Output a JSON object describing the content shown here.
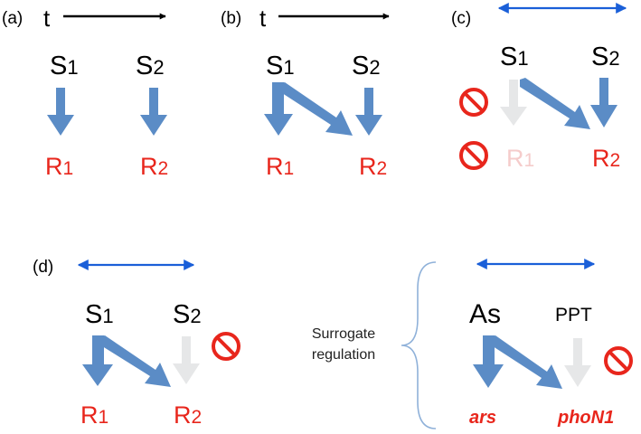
{
  "panels": {
    "a": {
      "label": "(a)",
      "time": "t",
      "s1": "S",
      "s1_sub": "1",
      "s2": "S",
      "s2_sub": "2",
      "r1": "R",
      "r1_sub": "1",
      "r2": "R",
      "r2_sub": "2"
    },
    "b": {
      "label": "(b)",
      "time": "t",
      "s1": "S",
      "s1_sub": "1",
      "s2": "S",
      "s2_sub": "2",
      "r1": "R",
      "r1_sub": "1",
      "r2": "R",
      "r2_sub": "2"
    },
    "c": {
      "label": "(c)",
      "s1": "S",
      "s1_sub": "1",
      "s2": "S",
      "s2_sub": "2",
      "r1": "R",
      "r1_sub": "1",
      "r2": "R",
      "r2_sub": "2"
    },
    "d": {
      "label": "(d)",
      "s1": "S",
      "s1_sub": "1",
      "s2": "S",
      "s2_sub": "2",
      "r1": "R",
      "r1_sub": "1",
      "r2": "R",
      "r2_sub": "2"
    }
  },
  "surrogate": {
    "line1": "Surrogate",
    "line2": "regulation"
  },
  "example": {
    "s1": "As",
    "s2": "PPT",
    "r1": "ars",
    "r2": "phoN1"
  },
  "colors": {
    "arrow": "#5b8cc6",
    "arrow_faded": "#e6e7e8",
    "double_arrow": "#1a5fd8",
    "response_text": "#e8261c",
    "response_faded": "#f5cccb",
    "prohibit": "#e8261c",
    "brace": "#8fb1d9"
  },
  "icons": [
    "prohibited-icon",
    "double-headed-arrow",
    "time-arrow",
    "curly-brace"
  ]
}
